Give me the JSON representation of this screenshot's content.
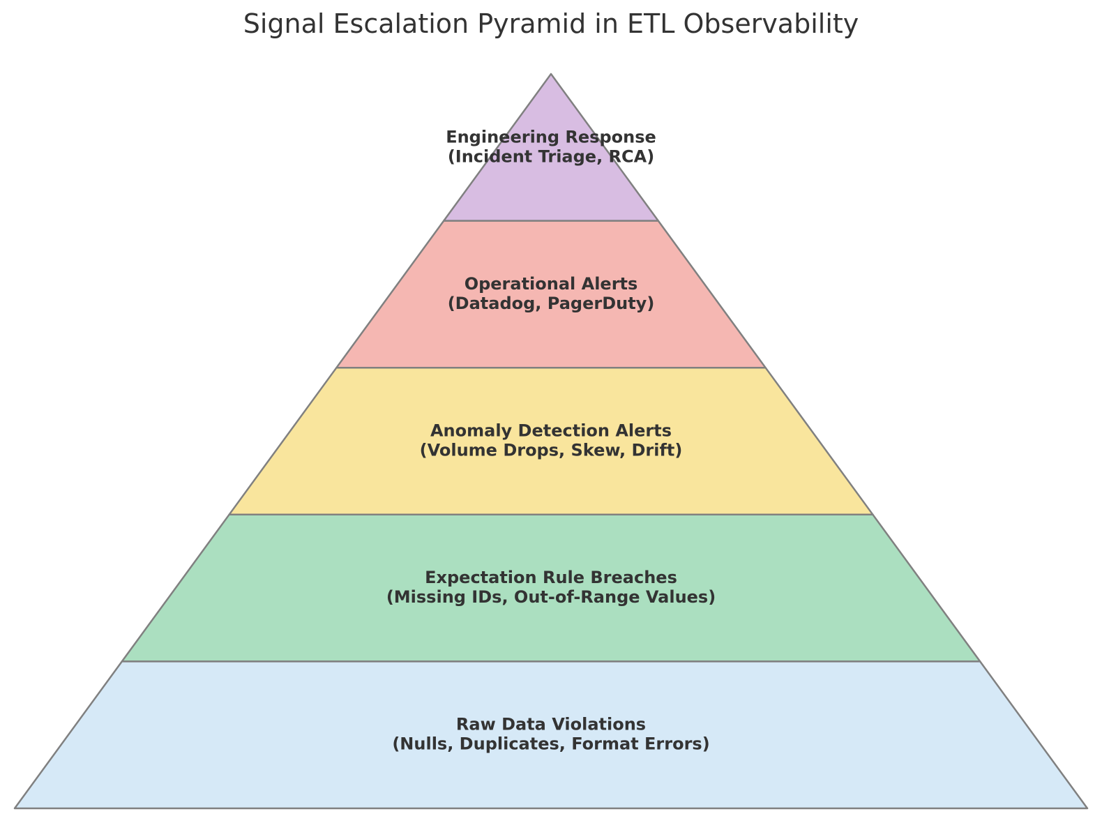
{
  "title": "Signal Escalation Pyramid in ETL Observability",
  "tiers": [
    {
      "title": "Engineering Response",
      "detail": "(Incident Triage, RCA)",
      "color": "#d8bde2"
    },
    {
      "title": "Operational Alerts",
      "detail": "(Datadog, PagerDuty)",
      "color": "#f5b7b2"
    },
    {
      "title": "Anomaly Detection Alerts",
      "detail": "(Volume Drops, Skew, Drift)",
      "color": "#f9e59d"
    },
    {
      "title": "Expectation Rule Breaches",
      "detail": "(Missing IDs, Out-of-Range Values)",
      "color": "#abdfc0"
    },
    {
      "title": "Raw Data Violations",
      "detail": "(Nulls, Duplicates, Format Errors)",
      "color": "#d6e9f7"
    }
  ],
  "colors": {
    "outline": "#808080",
    "text": "#333333"
  }
}
